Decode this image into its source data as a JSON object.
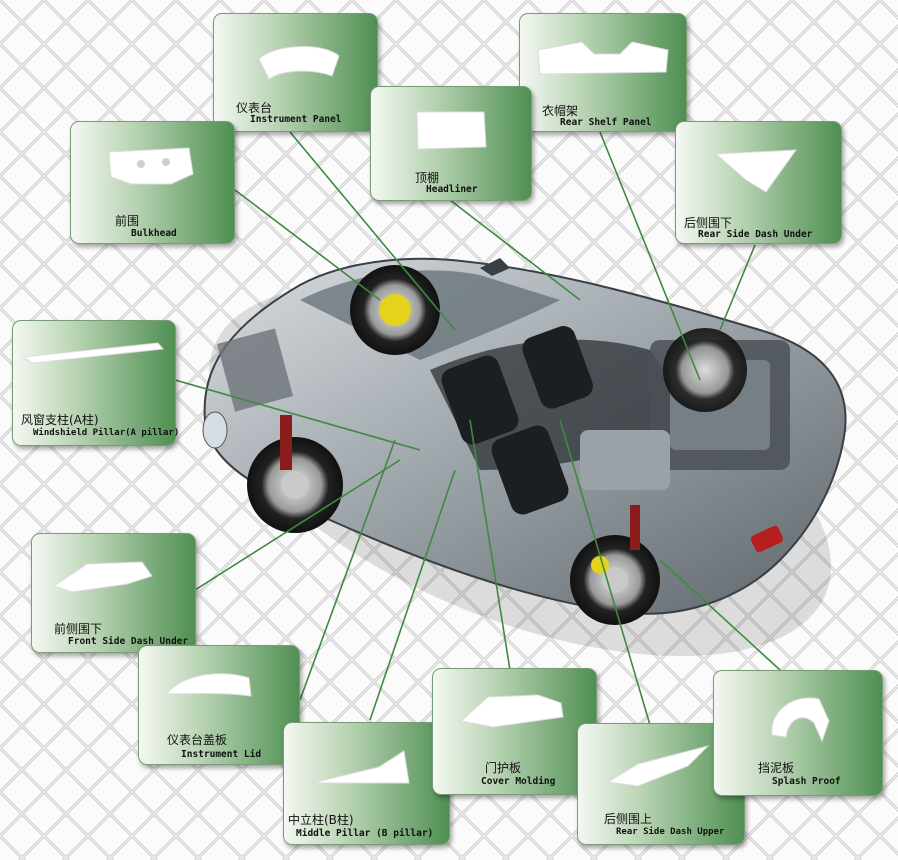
{
  "parts": [
    {
      "id": "instrument-panel",
      "cn": "仪表台",
      "en": "Instrument Panel",
      "icon": "instrument-panel-foam"
    },
    {
      "id": "rear-shelf-panel",
      "cn": "衣帽架",
      "en": "Rear Shelf Panel",
      "icon": "rear-shelf-foam"
    },
    {
      "id": "headliner",
      "cn": "顶棚",
      "en": "Headliner",
      "icon": "headliner-foam"
    },
    {
      "id": "bulkhead",
      "cn": "前围",
      "en": "Bulkhead",
      "icon": "bulkhead-foam"
    },
    {
      "id": "rear-side-dash-under",
      "cn": "后侧围下",
      "en": "Rear Side Dash Under",
      "icon": "rear-side-dash-under-foam"
    },
    {
      "id": "windshield-pillar",
      "cn": "风窗支柱(A柱)",
      "en": "Windshield Pillar(A pillar)",
      "icon": "a-pillar-foam"
    },
    {
      "id": "front-side-dash-under",
      "cn": "前侧围下",
      "en": "Front Side Dash Under",
      "icon": "front-side-dash-foam"
    },
    {
      "id": "instrument-lid",
      "cn": "仪表台盖板",
      "en": "Instrument Lid",
      "icon": "instrument-lid-foam"
    },
    {
      "id": "middle-pillar",
      "cn": "中立柱(B柱)",
      "en": "Middle Pillar (B pillar)",
      "icon": "b-pillar-foam"
    },
    {
      "id": "cover-molding",
      "cn": "门护板",
      "en": "Cover Molding",
      "icon": "cover-molding-foam"
    },
    {
      "id": "rear-side-dash-upper",
      "cn": "后侧围上",
      "en": "Rear Side Dash Upper",
      "icon": "rear-side-dash-upper-foam"
    },
    {
      "id": "splash-proof",
      "cn": "挡泥板",
      "en": "Splash Proof",
      "icon": "splash-proof-foam"
    }
  ],
  "colors": {
    "card_dark": "#4f8f52",
    "card_light": "#f4f8f2",
    "leader": "#3f8a3f",
    "lattice": "#c9c9c9"
  },
  "image": {
    "subject": "cutaway-sports-car-icon"
  }
}
